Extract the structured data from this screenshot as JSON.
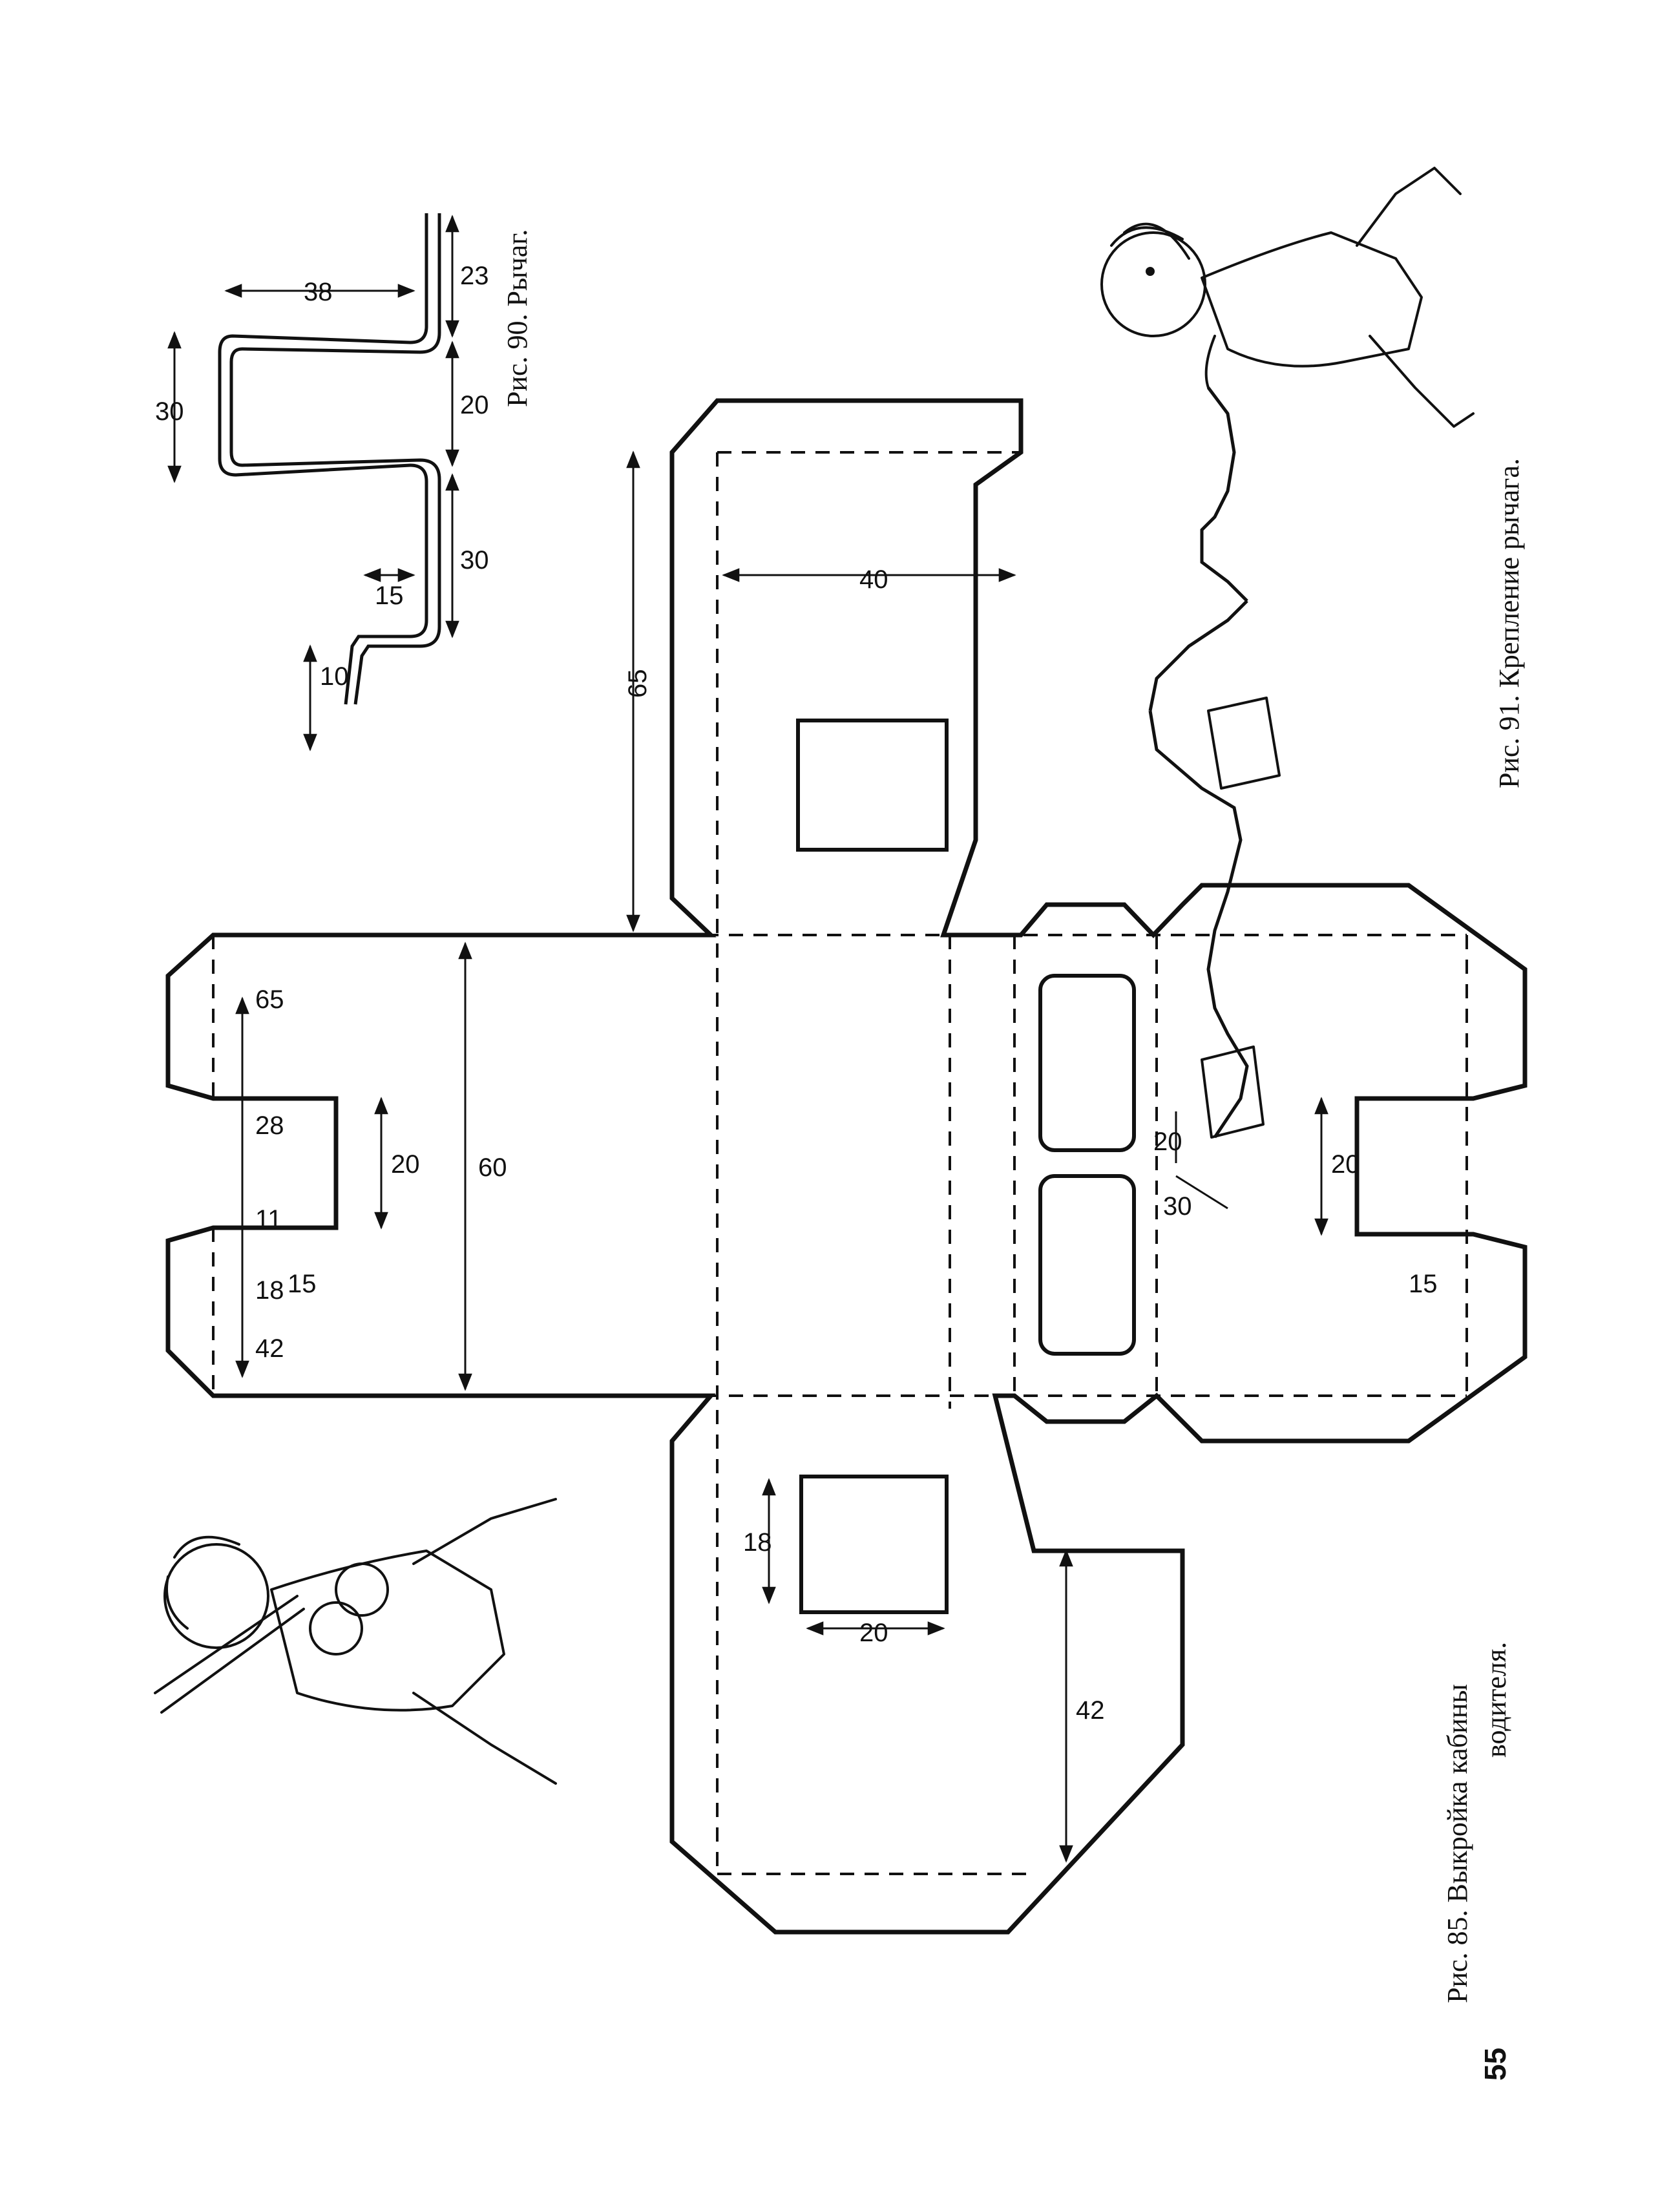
{
  "page": {
    "number": "55"
  },
  "captions": {
    "fig85_line1": "Рис.  85.  Выкройка   кабины",
    "fig85_line2": "водителя.",
    "fig90": "Рис. 90. Рычаг.",
    "fig91": "Рис. 91. Крепление рычага."
  },
  "fig85_dimensions": {
    "top_65": "65",
    "side_65": "65",
    "seg_28": "28",
    "seg_11": "11",
    "seg_18": "18",
    "seg_42": "42",
    "height_60": "60",
    "notch_top_20": "20",
    "notch_bottom_20": "20",
    "tab_top_15": "15",
    "tab_bottom_15": "15",
    "top_panel_40": "40",
    "lower_panel_42": "42",
    "window_18": "18",
    "window_20": "20"
  },
  "fig90_dimensions": {
    "d38": "38",
    "d23": "23",
    "d30_top": "30",
    "d20": "20",
    "d30": "30",
    "d15": "15",
    "d10": "10"
  },
  "fig91_dimensions": {
    "d20": "20",
    "d30": "30"
  }
}
